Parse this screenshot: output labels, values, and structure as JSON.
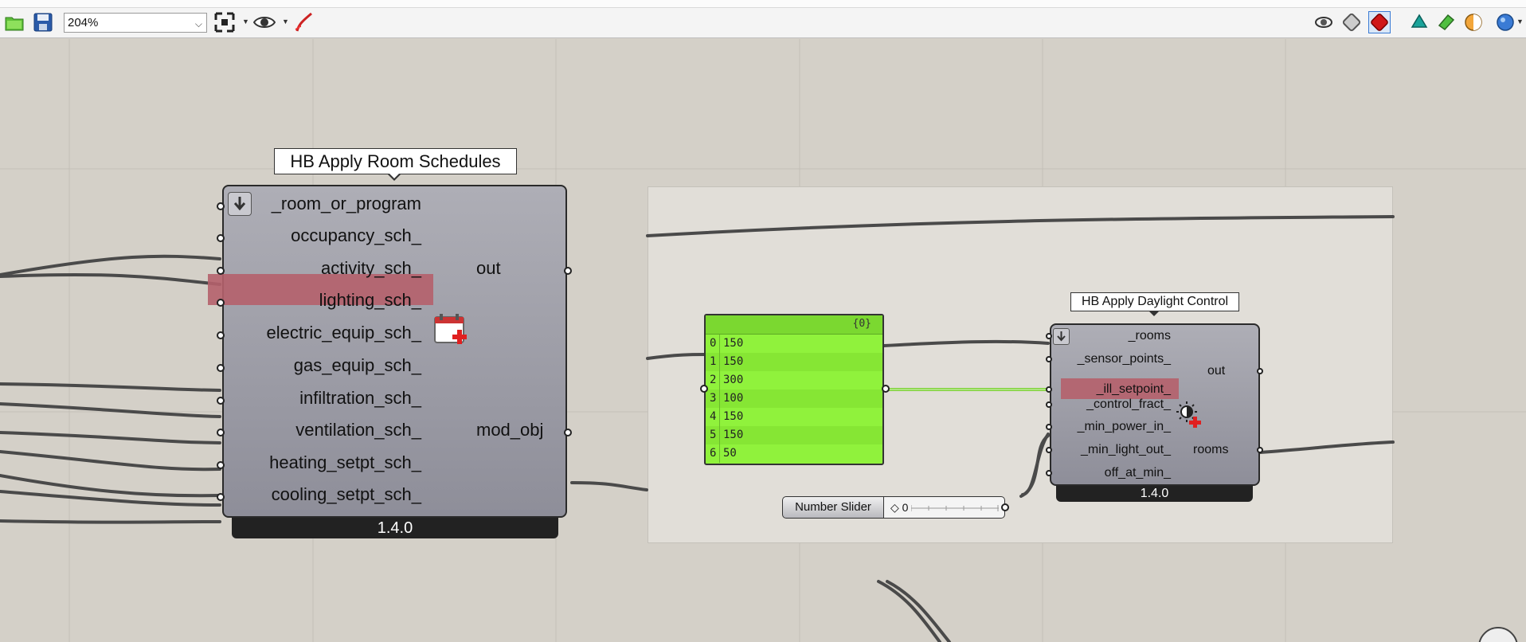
{
  "toolbar": {
    "zoom_value": "204%",
    "icons": [
      "open-file-icon",
      "save-icon",
      "zoom-extents-icon",
      "preview-eye-icon",
      "sketch-pen-icon",
      "preview-mode-wireframe-icon",
      "preview-mode-shaded-icon",
      "preview-mode-selected-icon",
      "display-mesh-icon",
      "display-surfaces-icon",
      "display-color-icon",
      "display-sphere-icon"
    ]
  },
  "components": {
    "apply_room_schedules": {
      "nickname": "HB Apply Room Schedules",
      "version": "1.4.0",
      "inputs": [
        "_room_or_program",
        "occupancy_sch_",
        "activity_sch_",
        "lighting_sch_",
        "electric_equip_sch_",
        "gas_equip_sch_",
        "infiltration_sch_",
        "ventilation_sch_",
        "heating_setpt_sch_",
        "cooling_setpt_sch_"
      ],
      "outputs": [
        "out",
        "mod_obj"
      ],
      "highlighted_input": "lighting_sch_"
    },
    "apply_daylight_control": {
      "nickname": "HB Apply Daylight Control",
      "version": "1.4.0",
      "inputs": [
        "_rooms",
        "_sensor_points_",
        "_ill_setpoint_",
        "_control_fract_",
        "_min_power_in_",
        "_min_light_out_",
        "off_at_min_"
      ],
      "outputs": [
        "out",
        "rooms"
      ],
      "highlighted_input": "_ill_setpoint_"
    }
  },
  "panel": {
    "path": "{0}",
    "rows": [
      {
        "index": "0",
        "value": "150"
      },
      {
        "index": "1",
        "value": "150"
      },
      {
        "index": "2",
        "value": "300"
      },
      {
        "index": "3",
        "value": "100"
      },
      {
        "index": "4",
        "value": "150"
      },
      {
        "index": "5",
        "value": "150"
      },
      {
        "index": "6",
        "value": "50"
      }
    ]
  },
  "slider": {
    "label": "Number Slider",
    "value": "◇ 0"
  },
  "colors": {
    "canvas": "#d4d0c8",
    "group": "#e1ded8",
    "panel": "#90f23c",
    "highlight": "#b5606b",
    "component": "#9d9da7"
  }
}
